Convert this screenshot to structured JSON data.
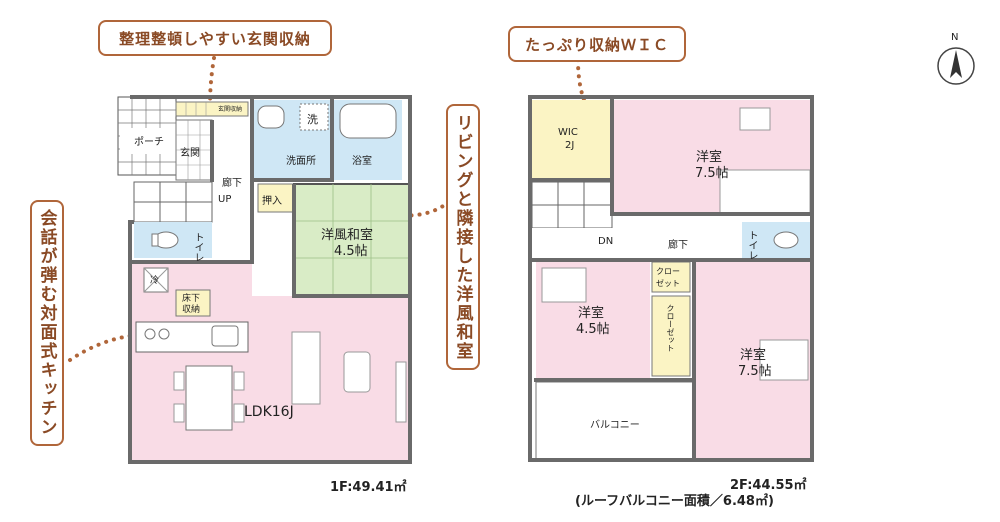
{
  "callouts": {
    "entrance": "整理整頓しやすい玄関収納",
    "wic": "たっぷり収納ＷＩＣ",
    "living": "リビングと隣接した洋風和室",
    "kitchen": "会話が弾む対面式キッチン"
  },
  "floor1": {
    "porch": "ポーチ",
    "genkan": "玄関",
    "genkan_storage": "玄関収納",
    "wash": "洗",
    "washroom": "洗面所",
    "bath": "浴室",
    "hall": "廊下",
    "up": "UP",
    "oshiire": "押入",
    "washitsu": "洋風和室",
    "washitsu_size": "4.5帖",
    "toilet": "トイレ",
    "fridge": "冷",
    "underfloor": "床下",
    "underfloor2": "収納",
    "ldk": "LDK16J",
    "area": "1F:49.41㎡"
  },
  "floor2": {
    "wic": "WIC",
    "wic_size": "2J",
    "room1": "洋室",
    "room1_size": "7.5帖",
    "dn": "DN",
    "hall": "廊下",
    "toilet": "トイレ",
    "closet_a1": "クロー",
    "closet_a2": "ゼット",
    "closet_b": "クローゼット",
    "room2": "洋室",
    "room2_size": "4.5帖",
    "room3": "洋室",
    "room3_size": "7.5帖",
    "balcony": "バルコニー",
    "area": "2F:44.55㎡",
    "roof": "(ルーフバルコニー面積／6.48㎡)"
  },
  "compass": {
    "north": "N"
  },
  "colors": {
    "wall": "#6a6a6a",
    "pink": "#f9dce6",
    "green": "#d9ecc6",
    "blue": "#cfe7f5",
    "yellow": "#fbf4c4",
    "accent": "#b0663a"
  }
}
